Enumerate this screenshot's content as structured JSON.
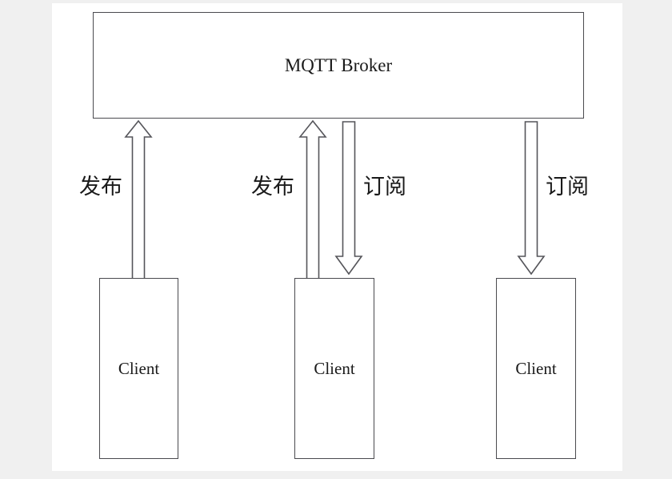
{
  "diagram": {
    "title_text": "MQTT Broker",
    "background_color": "#f0f0f0",
    "canvas_color": "#ffffff",
    "stroke_color": "#4a4a4f",
    "nodes": {
      "broker": {
        "label": "MQTT Broker"
      },
      "clients": [
        {
          "label": "Client"
        },
        {
          "label": "Client"
        },
        {
          "label": "Client"
        }
      ]
    },
    "edges": [
      {
        "label": "发布",
        "direction": "up",
        "from": "client-1",
        "to": "broker"
      },
      {
        "label": "发布",
        "direction": "up",
        "from": "client-2",
        "to": "broker"
      },
      {
        "label": "订阅",
        "direction": "down",
        "from": "broker",
        "to": "client-2"
      },
      {
        "label": "订阅",
        "direction": "down",
        "from": "broker",
        "to": "client-3"
      }
    ]
  }
}
